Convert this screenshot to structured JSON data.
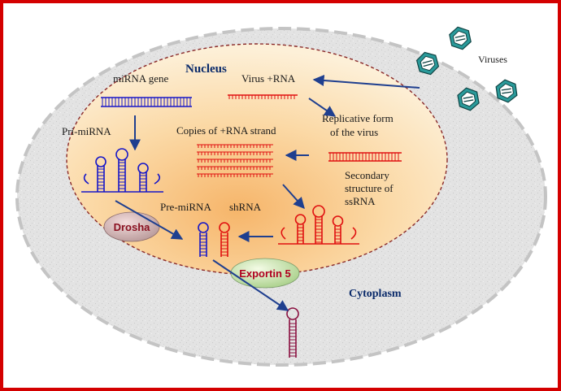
{
  "labels": {
    "nucleus": "Nucleus",
    "cytoplasm": "Cytoplasm",
    "viruses": "Viruses",
    "mirna_gene": "miRNA gene",
    "virus_rna": "Virus +RNA",
    "replicative_1": "Replicative form",
    "replicative_2": "of the virus",
    "copies": "Copies of +RNA strand",
    "pri_mirna": "Pri-miRNA",
    "secondary_1": "Secondary",
    "secondary_2": "structure of",
    "secondary_3": "ssRNA",
    "pre_mirna": "Pre-miRNA",
    "shrna": "shRNA",
    "drosha": "Drosha",
    "exportin": "Exportin 5"
  },
  "colors": {
    "frame": "#d40000",
    "cell_fill": "#e2e2e2",
    "nucleus_fill": "#fbd9a3",
    "nucleus_border": "#8a2a2a",
    "title": "#0a2a6a",
    "arrow": "#1f3f8f",
    "blue_rna": "#1616c8",
    "red_rna": "#e01010",
    "mature_rna": "#8a1040",
    "drosha_text": "#8a1020",
    "exportin_text": "#b00020",
    "virus": "#1d8a8a"
  },
  "icons": {
    "virus": "virus-icon",
    "enzyme": "enzyme-blob-icon",
    "hairpin": "rna-hairpin-icon"
  }
}
